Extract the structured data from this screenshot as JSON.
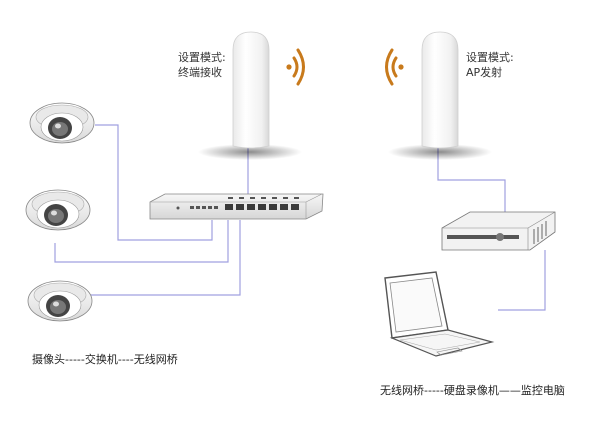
{
  "bridge_left": {
    "label_line1": "设置模式:",
    "label_line2": "终端接收"
  },
  "bridge_right": {
    "label_line1": "设置模式:",
    "label_line2": "AP发射"
  },
  "caption_left": "摄像头-----交换机----无线网桥",
  "caption_right": "无线网桥-----硬盘录像机——监控电脑",
  "colors": {
    "wifi": "#c87a1c",
    "cable": "#9090d8",
    "device": "#f4f4f4",
    "outline": "#666666"
  },
  "icons": [
    "dome-camera-icon",
    "network-switch-icon",
    "wireless-bridge-icon",
    "wifi-signal-icon",
    "dvr-icon",
    "laptop-icon"
  ]
}
